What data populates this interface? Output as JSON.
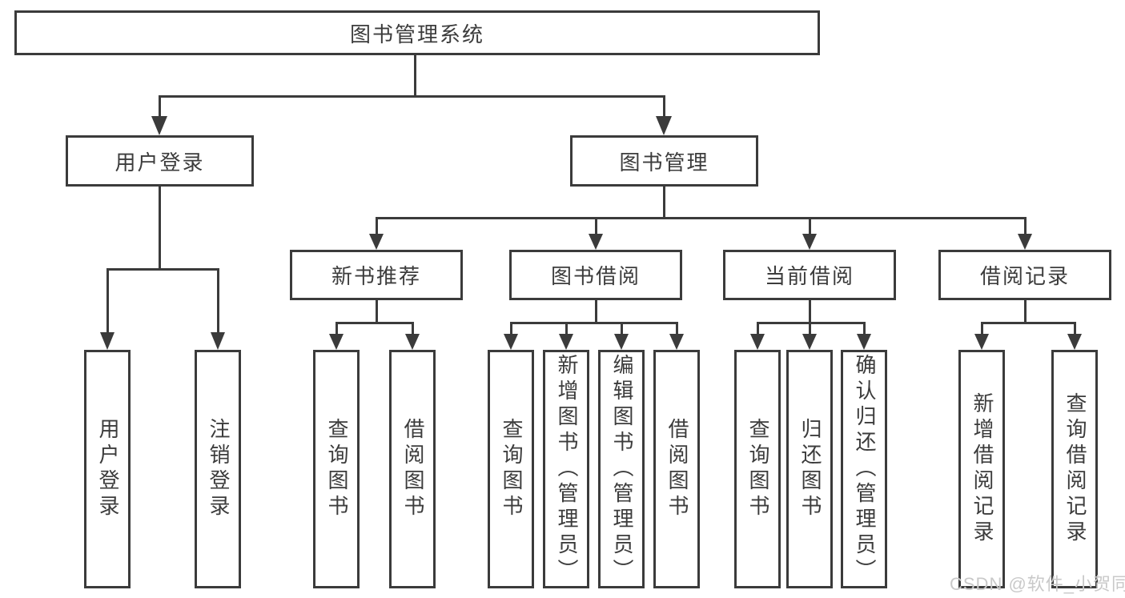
{
  "root": {
    "label": "图书管理系统"
  },
  "level2": [
    {
      "label": "用户登录"
    },
    {
      "label": "图书管理"
    }
  ],
  "level3": [
    {
      "label": "新书推荐"
    },
    {
      "label": "图书借阅"
    },
    {
      "label": "当前借阅"
    },
    {
      "label": "借阅记录"
    }
  ],
  "leaves": {
    "user": [
      "用户登录",
      "注销登录"
    ],
    "recommend": [
      "查询图书",
      "借阅图书"
    ],
    "borrow": [
      "查询图书",
      "新增图书（管理员）",
      "编辑图书（管理员）",
      "借阅图书"
    ],
    "current": [
      "查询图书",
      "归还图书",
      "确认归还（管理员）"
    ],
    "records": [
      "新增借阅记录",
      "查询借阅记录"
    ]
  },
  "watermark": "CSDN @软件_小贺同学",
  "colors": {
    "line": "#3b3b3b",
    "text": "#3c3c3c",
    "watermark": "#c9c9c9",
    "background": "#ffffff"
  }
}
